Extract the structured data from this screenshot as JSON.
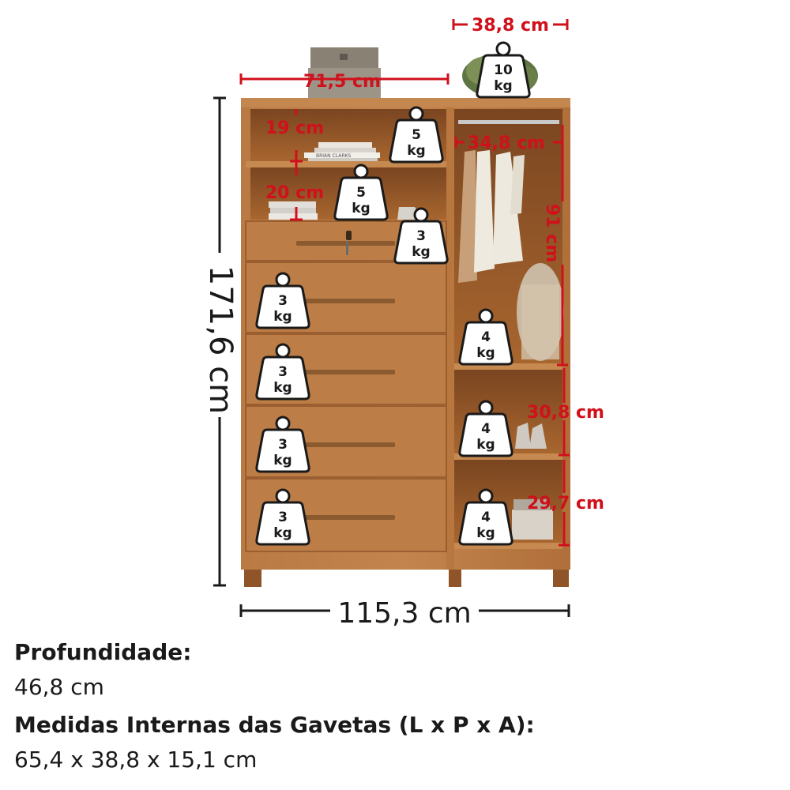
{
  "dimensions": {
    "total_height": "171,6 cm",
    "total_width": "115,3 cm",
    "top_width": "71,5 cm",
    "side_top_width": "38,8 cm",
    "niche_top_height": "19 cm",
    "niche_mid_height": "20 cm",
    "hanger_width": "34,8 cm",
    "hanger_height": "91 cm",
    "side_niche_1_height": "30,8 cm",
    "side_niche_2_height": "29,7 cm"
  },
  "weights": {
    "top_decor": {
      "value": "10",
      "unit": "kg"
    },
    "niche_top": {
      "value": "5",
      "unit": "kg"
    },
    "niche_mid": {
      "value": "5",
      "unit": "kg"
    },
    "locked_drawer": {
      "value": "3",
      "unit": "kg"
    },
    "drawer_1": {
      "value": "3",
      "unit": "kg"
    },
    "drawer_2": {
      "value": "3",
      "unit": "kg"
    },
    "drawer_3": {
      "value": "3",
      "unit": "kg"
    },
    "drawer_4": {
      "value": "3",
      "unit": "kg"
    },
    "wardrobe_floor": {
      "value": "4",
      "unit": "kg"
    },
    "side_niche_1": {
      "value": "4",
      "unit": "kg"
    },
    "side_niche_2": {
      "value": "4",
      "unit": "kg"
    }
  },
  "book_titles": [
    "BRIAN CLARKS"
  ],
  "info": {
    "depth_label": "Profundidade:",
    "depth_value": "46,8 cm",
    "drawer_label": "Medidas Internas das Gavetas (L x P x A):",
    "drawer_value": "65,4 x 38,8 x 15,1 cm"
  },
  "colors": {
    "wood": "#b5733d",
    "wood_dark": "#8f5528",
    "interior": "#9c5d2a",
    "dimension_red": "#d0101b",
    "line_dark": "#1a1a1a"
  }
}
